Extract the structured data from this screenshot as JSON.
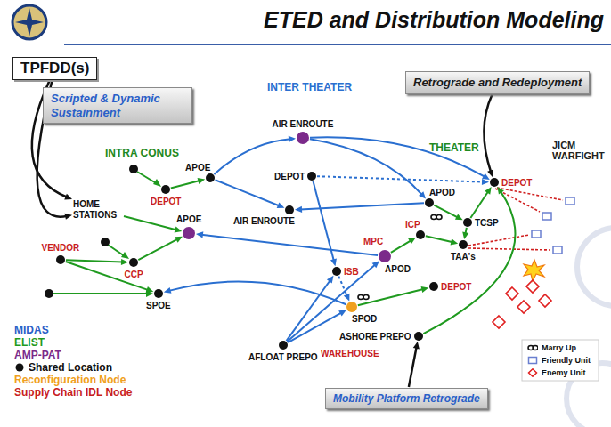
{
  "diagram": {
    "title": "ETED and Distribution Modeling",
    "nodes": [
      {
        "text": [
          "TPFDD(s)"
        ]
      },
      {
        "text": [
          "Scripted & Dynamic Sustainment"
        ]
      },
      {
        "text": [
          "Retrograde and Redeployment"
        ]
      },
      {
        "text": [
          "INTRA CONUS"
        ]
      },
      {
        "text": [
          "HOME STATIONS"
        ],
        "in": 3
      },
      {
        "text": [
          "DEPOT"
        ],
        "in": 3
      },
      {
        "text": [
          "VENDOR"
        ],
        "in": 3
      },
      {
        "text": [
          "CCP"
        ],
        "in": 3
      },
      {
        "text": [
          "APOE"
        ],
        "in": 3
      },
      {
        "text": [
          "APOE"
        ],
        "in": 3
      },
      {
        "text": [
          "SPOE"
        ],
        "in": 3
      },
      {
        "text": [
          "INTER THEATER"
        ]
      },
      {
        "text": [
          "AIR ENROUTE"
        ],
        "in": 11
      },
      {
        "text": [
          "DEPOT"
        ],
        "in": 11
      },
      {
        "text": [
          "AIR ENROUTE"
        ],
        "in": 11
      },
      {
        "text": [
          "ISB"
        ],
        "in": 11
      },
      {
        "text": [
          "SPOD"
        ],
        "in": 11
      },
      {
        "text": [
          "AFLOAT PREPO"
        ],
        "in": 11
      },
      {
        "text": [
          "THEATER"
        ]
      },
      {
        "text": [
          "DEPOT"
        ],
        "in": 18
      },
      {
        "text": [
          "APOD"
        ],
        "in": 18
      },
      {
        "text": [
          "TCSP"
        ],
        "in": 18
      },
      {
        "text": [
          "ICP"
        ],
        "in": 18
      },
      {
        "text": [
          "APOD"
        ],
        "in": 18
      },
      {
        "text": [
          "TAA's"
        ],
        "in": 18
      },
      {
        "text": [
          "DEPOT"
        ],
        "in": 18
      },
      {
        "text": [
          "ASHORE PREPO"
        ],
        "in": 18
      },
      {
        "text": [
          "JICM WARFIGHT"
        ]
      },
      {
        "text": [
          "Mobility Platform Retrograde"
        ]
      }
    ],
    "edges": [
      {
        "from": 0,
        "to": 4,
        "arrow": "to"
      },
      {
        "from": 0,
        "to": 4,
        "arrow": "to"
      },
      {
        "from": 4,
        "to": 9,
        "arrow": "to"
      },
      {
        "from": 5,
        "to": 8,
        "arrow": "to"
      },
      {
        "from": 6,
        "to": 7,
        "arrow": "to"
      },
      {
        "from": 7,
        "to": 9,
        "arrow": "to"
      },
      {
        "from": 6,
        "to": 10,
        "arrow": "to"
      },
      {
        "from": 8,
        "to": 12,
        "arrow": "to"
      },
      {
        "from": 8,
        "to": 14,
        "arrow": "to"
      },
      {
        "from": 12,
        "to": 20,
        "arrow": "to"
      },
      {
        "from": 12,
        "to": 19,
        "arrow": "to"
      },
      {
        "from": 20,
        "to": 14,
        "arrow": "to"
      },
      {
        "from": 23,
        "to": 9,
        "arrow": "to"
      },
      {
        "from": 13,
        "to": 19,
        "arrow": "to"
      },
      {
        "from": 13,
        "to": 15,
        "arrow": "to"
      },
      {
        "from": 15,
        "to": 16,
        "arrow": "to"
      },
      {
        "from": 17,
        "to": 15,
        "arrow": "to"
      },
      {
        "from": 17,
        "to": 16,
        "arrow": "to"
      },
      {
        "from": 17,
        "to": 23,
        "arrow": "to"
      },
      {
        "from": 16,
        "to": 10,
        "arrow": "to"
      },
      {
        "from": 20,
        "to": 21,
        "arrow": "to"
      },
      {
        "from": 23,
        "to": 22,
        "arrow": "to"
      },
      {
        "from": 22,
        "to": 24,
        "arrow": "to"
      },
      {
        "from": 21,
        "to": 19,
        "arrow": "to"
      },
      {
        "from": 21,
        "to": 24,
        "arrow": "to"
      },
      {
        "from": 16,
        "to": 25,
        "arrow": "to"
      },
      {
        "from": 26,
        "to": 19,
        "arrow": "to"
      },
      {
        "from": 2,
        "to": 19,
        "arrow": "to"
      },
      {
        "from": 28,
        "to": 26,
        "arrow": "to"
      }
    ],
    "labels": [
      "MPC",
      "WAREHOUSE"
    ],
    "legend": [
      {
        "text": "MIDAS",
        "color": "#2a5fc8"
      },
      {
        "text": "ELIST",
        "color": "#1f9a1f"
      },
      {
        "text": "AMP-PAT",
        "color": "#7b2a8a"
      },
      {
        "text": "Shared Location"
      },
      {
        "text": "Reconfiguration Node",
        "color": "#f0a020"
      },
      {
        "text": "Supply Chain IDL Node",
        "color": "#c81e1e"
      },
      {
        "text": "Marry Up"
      },
      {
        "text": "Friendly Unit"
      },
      {
        "text": "Enemy Unit"
      }
    ]
  }
}
